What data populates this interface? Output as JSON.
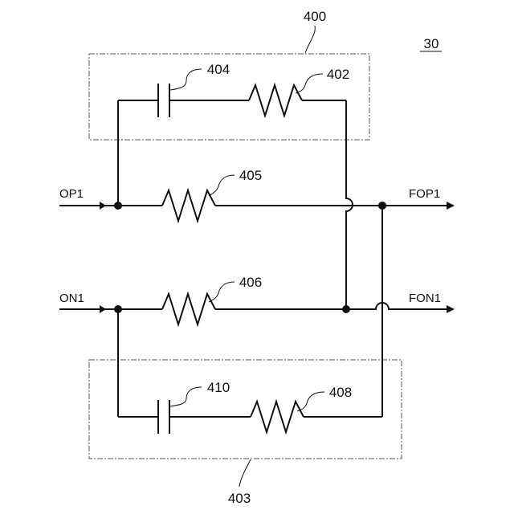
{
  "figure": {
    "number": "30"
  },
  "groups": {
    "top_box": "400",
    "bottom_box": "403"
  },
  "components": {
    "cap_top": "404",
    "res_top": "402",
    "res_op": "405",
    "res_on": "406",
    "cap_bottom": "410",
    "res_bottom": "408"
  },
  "ports": {
    "op1": "OP1",
    "on1": "ON1",
    "fop1": "FOP1",
    "fon1": "FON1"
  }
}
